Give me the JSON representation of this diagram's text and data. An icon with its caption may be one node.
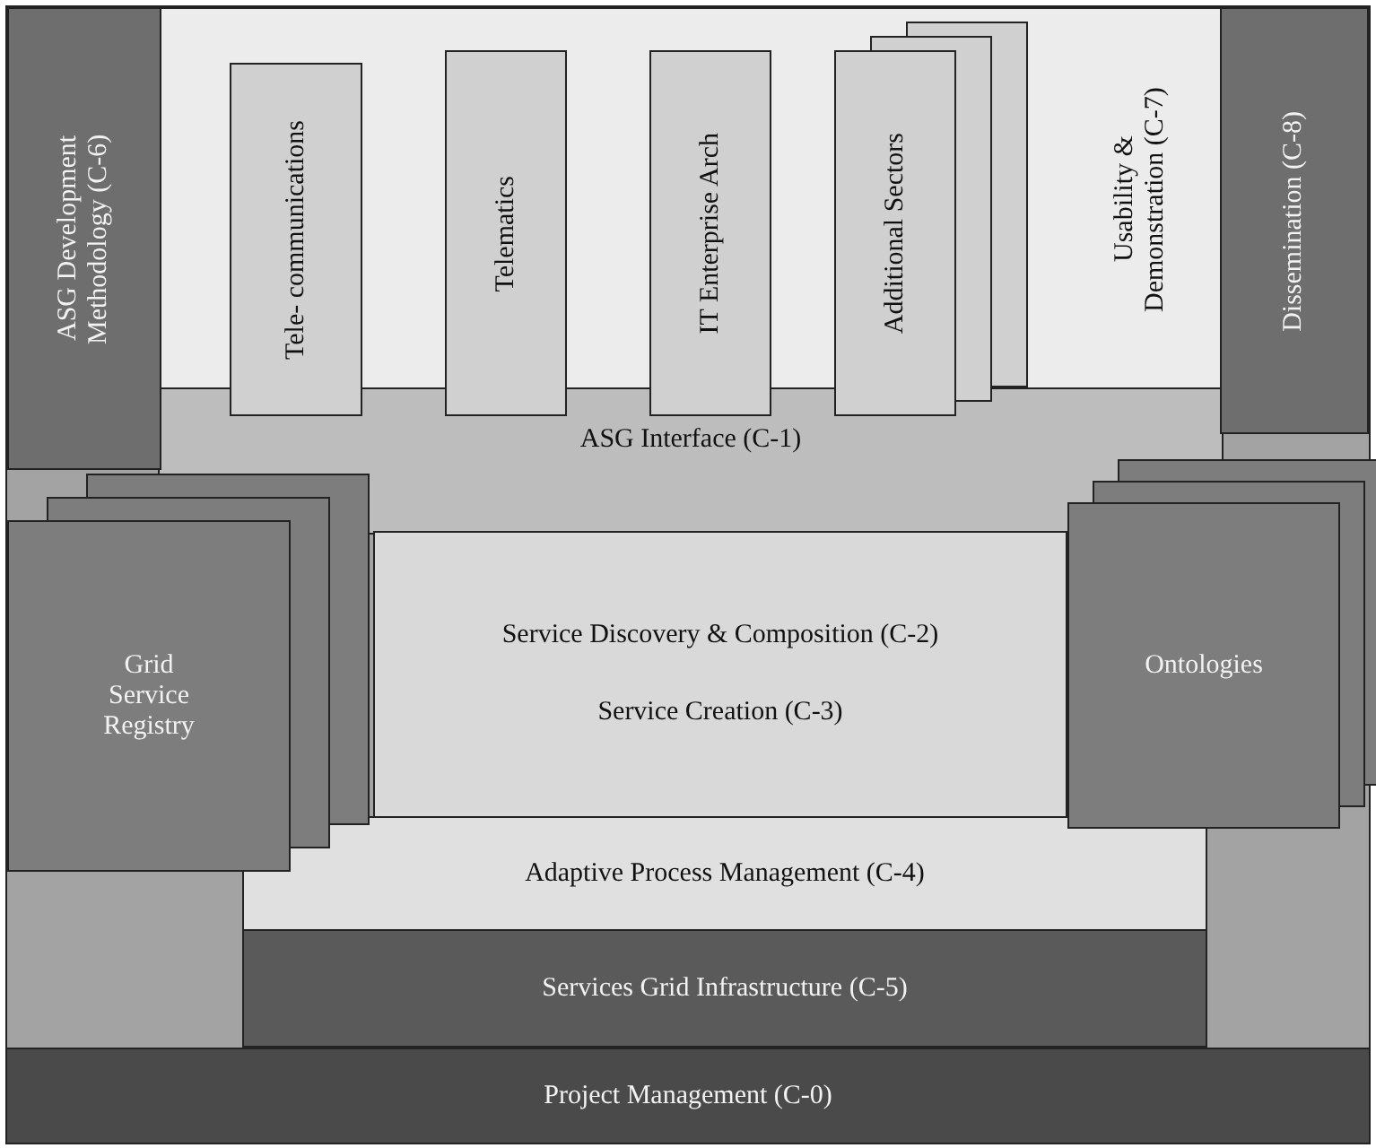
{
  "diagram": {
    "nodes": [
      {
        "text": [
          "ASG Development Methodology (C-6)"
        ]
      },
      {
        "text": [
          "Usability & Demonstration (C-7)"
        ]
      },
      {
        "text": [
          "Tele- communications"
        ]
      },
      {
        "text": [
          "Telematics"
        ]
      },
      {
        "text": [
          "IT Enterprise Arch"
        ]
      },
      {
        "text": [
          "Additional Sectors"
        ]
      },
      {
        "text": [
          "Dissemination (C-8)"
        ]
      },
      {
        "text": [
          "ASG Interface (C-1)"
        ]
      },
      {
        "text": [
          "Grid Service Registry"
        ]
      },
      {
        "text": [
          "Service Discovery & Composition (C-2)",
          "Service Creation (C-3)"
        ]
      },
      {
        "text": [
          "Ontologies"
        ]
      },
      {
        "text": [
          "Adaptive Process Management (C-4)"
        ]
      },
      {
        "text": [
          "Services Grid Infrastructure (C-5)"
        ]
      },
      {
        "text": [
          "Project Management (C-0)"
        ]
      }
    ]
  }
}
